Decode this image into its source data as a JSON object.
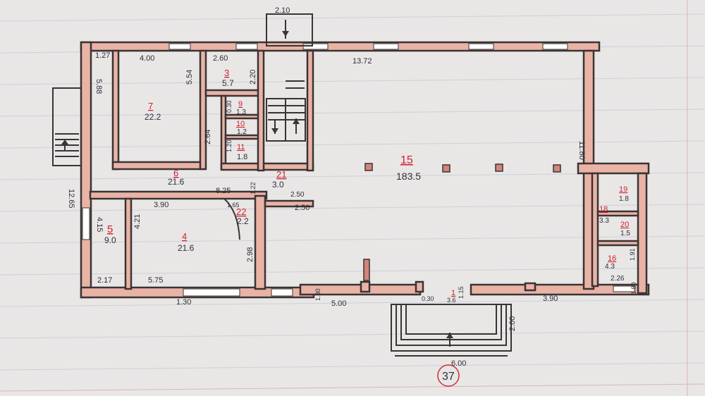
{
  "dimensions": {
    "d_top_entry": "2.10",
    "d_top_left": "1.27",
    "d_r7_width": "4.00",
    "d_r3_width": "2.60",
    "d_top_main": "13.72",
    "d_left_upper": "5.88",
    "d_r7_height": "5.54",
    "d_r3_height": "2.20",
    "d_r8_gap": "0.30",
    "d_r10_gap": "1.20",
    "d_r6_height": "2.64",
    "d_left_total": "12.65",
    "d_corr_length": "8.25",
    "d_r21_h": "1.22",
    "d_r21_w": "2.50",
    "d_r21_w2": "2.50",
    "d_r22": "1.65",
    "d_r4_width": "3.90",
    "d_r5_height": "4.15",
    "d_r4_height": "4.21",
    "d_r5_width": "2.17",
    "d_r4_bottom": "5.75",
    "d_bottom_left": "1.30",
    "d_partition": "2.98",
    "d_bottom_mid": "5.00",
    "d_bot_small1": "1.80",
    "d_r1_a": "0.30",
    "d_r1_b": "1.15",
    "d_bottom_right": "3.90",
    "d_right_main": "11.80",
    "d_r16_h": "1.91",
    "d_r16_w": "2.26",
    "d_right_small": "1.80",
    "d_porch_depth": "2.00",
    "d_porch_width": "6.00"
  },
  "rooms": [
    {
      "num": "7",
      "area": "22.2"
    },
    {
      "num": "3",
      "area": "5.7"
    },
    {
      "num": "9",
      "area": "1.3"
    },
    {
      "num": "10",
      "area": "1.2"
    },
    {
      "num": "11",
      "area": "1.8"
    },
    {
      "num": "6",
      "area": "21.6"
    },
    {
      "num": "21",
      "area": "3.0"
    },
    {
      "num": "15",
      "area": "183.5"
    },
    {
      "num": "5",
      "area": "9.0"
    },
    {
      "num": "4",
      "area": "21.6"
    },
    {
      "num": "22",
      "area": "2.2"
    },
    {
      "num": "19",
      "area": "1.8"
    },
    {
      "num": "18",
      "area": "3.3"
    },
    {
      "num": "20",
      "area": "1.5"
    },
    {
      "num": "16",
      "area": "4.3"
    },
    {
      "num": "1",
      "area": "3.6"
    }
  ],
  "page_number": "37",
  "colors": {
    "wall_fill": "#e9b3a6",
    "ink": "#3a3434",
    "room_number": "#d0222f",
    "circle": "#cc2f3a"
  }
}
